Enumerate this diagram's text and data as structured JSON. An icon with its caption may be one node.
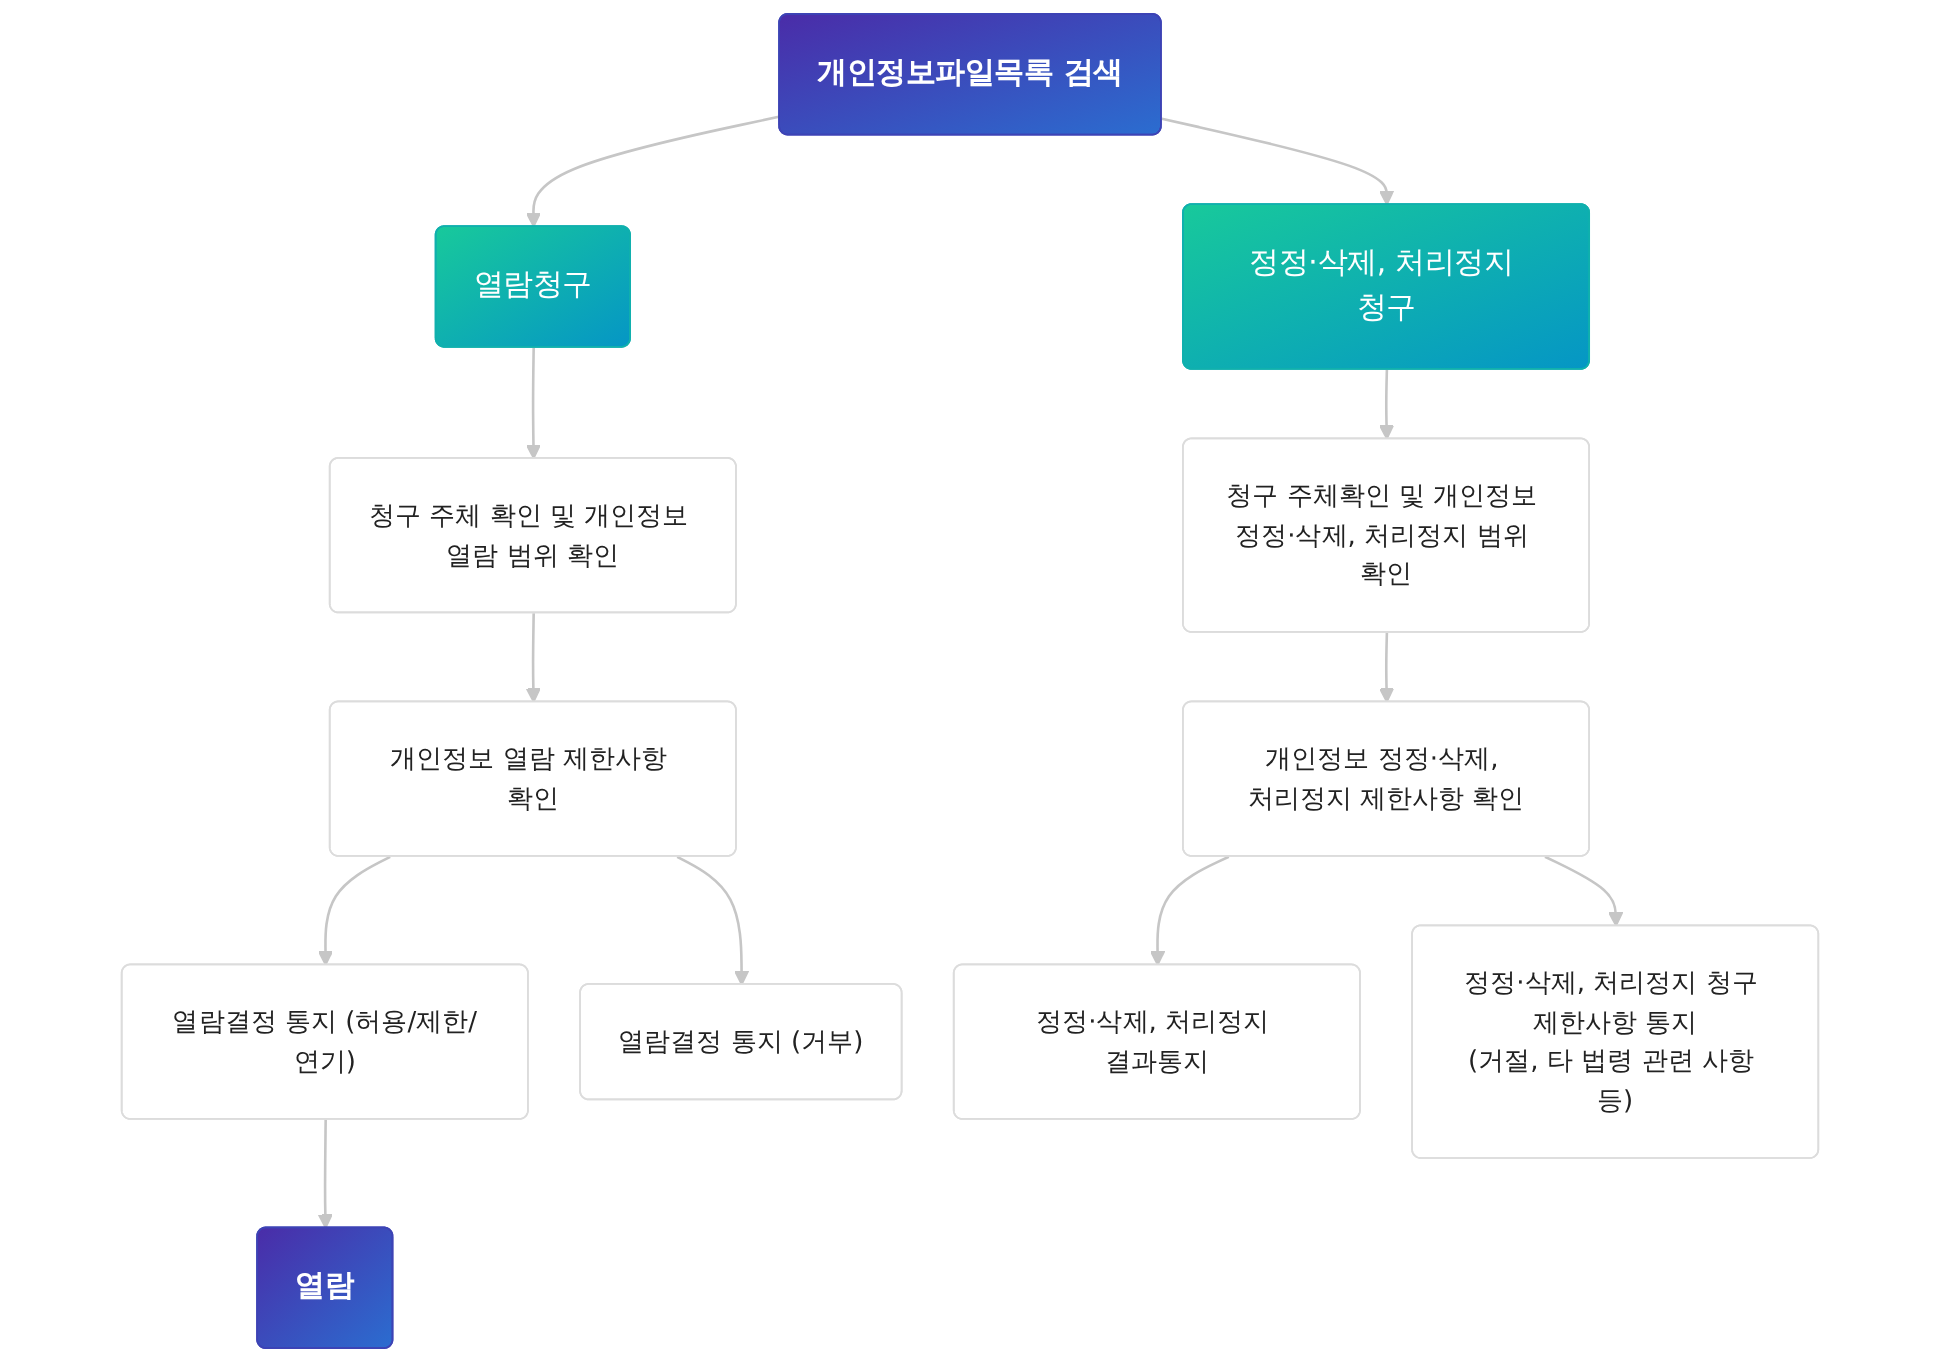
{
  "diagram": {
    "nodes": [
      {
        "text": [
          "개인정보파일목록 검색"
        ]
      },
      {
        "text": [
          "열람청구"
        ]
      },
      {
        "text": [
          "정정·삭제, 처리정지 청구"
        ]
      },
      {
        "text": [
          "청구 주체 확인 및 개인정보 열람 범위 확인"
        ]
      },
      {
        "text": [
          "청구 주체확인 및 개인정보 정정·삭제, 처리정지 범위 확인"
        ]
      },
      {
        "text": [
          "개인정보 열람 제한사항 확인"
        ]
      },
      {
        "text": [
          "개인정보 정정·삭제, 처리정지 제한사항 확인"
        ]
      },
      {
        "text": [
          "열람결정 통지 (허용/제한/연기)"
        ]
      },
      {
        "text": [
          "열람결정 통지 (거부)"
        ]
      },
      {
        "text": [
          "정정·삭제, 처리정지 결과통지"
        ]
      },
      {
        "text": [
          "정정·삭제, 처리정지 청구 제한사항 통지",
          "(거절, 타 법령 관련 사항 등)"
        ]
      },
      {
        "text": [
          "열람"
        ]
      }
    ],
    "edges": [
      {
        "from": 0,
        "to": 1,
        "arrow": "to"
      },
      {
        "from": 0,
        "to": 2,
        "arrow": "to"
      },
      {
        "from": 1,
        "to": 3,
        "arrow": "to"
      },
      {
        "from": 2,
        "to": 4,
        "arrow": "to"
      },
      {
        "from": 3,
        "to": 5,
        "arrow": "to"
      },
      {
        "from": 4,
        "to": 6,
        "arrow": "to"
      },
      {
        "from": 5,
        "to": 7,
        "arrow": "to"
      },
      {
        "from": 5,
        "to": 8,
        "arrow": "to"
      },
      {
        "from": 6,
        "to": 9,
        "arrow": "to"
      },
      {
        "from": 6,
        "to": 10,
        "arrow": "to"
      },
      {
        "from": 7,
        "to": 11,
        "arrow": "to"
      }
    ]
  }
}
